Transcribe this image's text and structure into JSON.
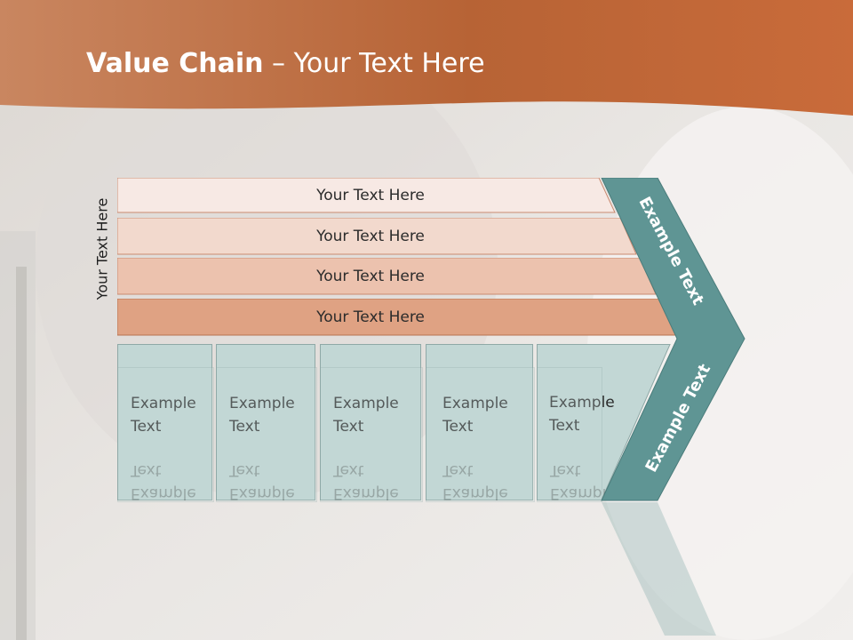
{
  "slide": {
    "title_bold": "Value Chain",
    "title_rest": " – Your Text Here",
    "side_label": "Your Text Here"
  },
  "rows": [
    {
      "label": "Your Text Here",
      "color": "#f7e9e4"
    },
    {
      "label": "Your Text Here",
      "color": "#f2d9cd"
    },
    {
      "label": "Your Text Here",
      "color": "#ecc2ae"
    },
    {
      "label": "Your Text Here",
      "color": "#dfa283"
    }
  ],
  "boxes": [
    {
      "line1": "Example",
      "line2": "Text"
    },
    {
      "line1": "Example",
      "line2": "Text"
    },
    {
      "line1": "Example",
      "line2": "Text"
    },
    {
      "line1": "Example",
      "line2": "Text"
    },
    {
      "line1": "Example",
      "line2": "Text"
    }
  ],
  "chevron": {
    "upper_label": "Example Text",
    "lower_label": "Example Text",
    "color": "#5f9594"
  },
  "colors": {
    "header_orange": "#b8582a",
    "box_fill": "#c2d7d5"
  }
}
